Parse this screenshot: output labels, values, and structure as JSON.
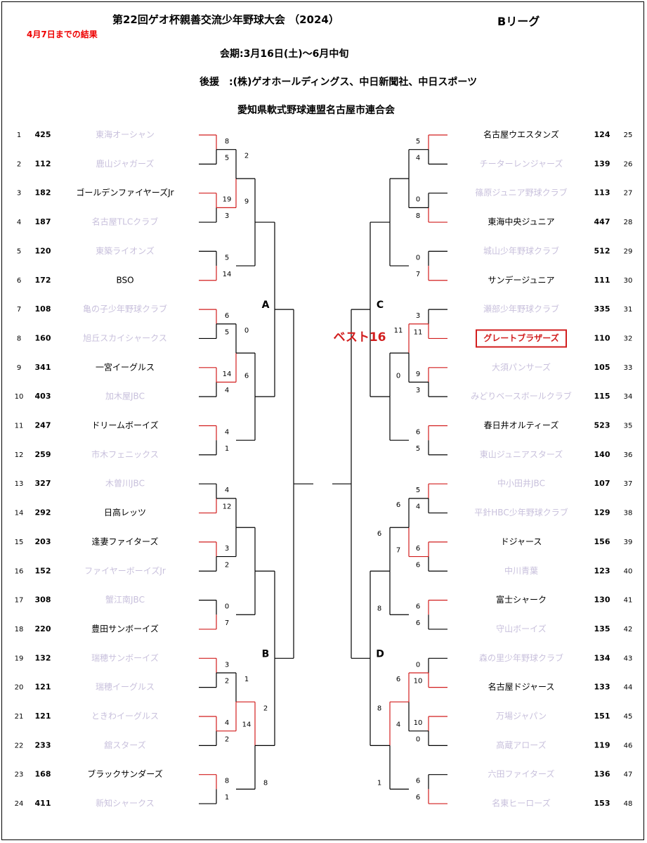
{
  "header": {
    "title": "第22回ゲオ杯親善交流少年野球大会 （2024）",
    "league": "Bリーグ",
    "as_of": "4月7日までの結果",
    "period": "会期:3月16日(土)～6月中旬",
    "support": "後援　:(株)ゲオホールディングス、中日新聞社、中日スポーツ",
    "organizer": "愛知県軟式野球連盟名古屋市連合会"
  },
  "colors": {
    "line_win": "#d21e1e",
    "line_normal": "#000000",
    "eliminated": "#c8c0dc",
    "highlight": "#d21e1e"
  },
  "blocks": [
    "A",
    "B",
    "C",
    "D"
  ],
  "best16_label": "ベスト16",
  "left_teams": [
    {
      "no": "1",
      "code": "425",
      "name": "東海オーシャン",
      "out": true
    },
    {
      "no": "2",
      "code": "112",
      "name": "鹿山ジャガーズ",
      "out": true
    },
    {
      "no": "3",
      "code": "182",
      "name": "ゴールデンファイヤーズJr",
      "out": false
    },
    {
      "no": "4",
      "code": "187",
      "name": "名古屋TLCクラブ",
      "out": true
    },
    {
      "no": "5",
      "code": "120",
      "name": "東築ライオンズ",
      "out": true
    },
    {
      "no": "6",
      "code": "172",
      "name": "BSO",
      "out": false
    },
    {
      "no": "7",
      "code": "108",
      "name": "亀の子少年野球クラブ",
      "out": true
    },
    {
      "no": "8",
      "code": "160",
      "name": "旭丘スカイシャークス",
      "out": true
    },
    {
      "no": "9",
      "code": "341",
      "name": "一宮イーグルス",
      "out": false
    },
    {
      "no": "10",
      "code": "403",
      "name": "加木屋JBC",
      "out": true
    },
    {
      "no": "11",
      "code": "247",
      "name": "ドリームボーイズ",
      "out": false
    },
    {
      "no": "12",
      "code": "259",
      "name": "市木フェニックス",
      "out": true
    },
    {
      "no": "13",
      "code": "327",
      "name": "木曽川JBC",
      "out": true
    },
    {
      "no": "14",
      "code": "292",
      "name": "日高レッツ",
      "out": false
    },
    {
      "no": "15",
      "code": "203",
      "name": "逢妻ファイターズ",
      "out": false
    },
    {
      "no": "16",
      "code": "152",
      "name": "ファイヤーボーイズJr",
      "out": true
    },
    {
      "no": "17",
      "code": "308",
      "name": "蟹江南JBC",
      "out": true
    },
    {
      "no": "18",
      "code": "220",
      "name": "豊田サンボーイズ",
      "out": false
    },
    {
      "no": "19",
      "code": "132",
      "name": "瑞穂サンボーイズ",
      "out": true
    },
    {
      "no": "20",
      "code": "121",
      "name": "瑞穂イーグルス",
      "out": true
    },
    {
      "no": "21",
      "code": "121",
      "name": "ときわイーグルス",
      "out": true
    },
    {
      "no": "22",
      "code": "233",
      "name": "舘スターズ",
      "out": true
    },
    {
      "no": "23",
      "code": "168",
      "name": "ブラックサンダーズ",
      "out": false
    },
    {
      "no": "24",
      "code": "411",
      "name": "新知シャークス",
      "out": true
    }
  ],
  "right_teams": [
    {
      "no": "25",
      "code": "124",
      "name": "名古屋ウエスタンズ",
      "out": false
    },
    {
      "no": "26",
      "code": "139",
      "name": "チーターレンジャーズ",
      "out": true
    },
    {
      "no": "27",
      "code": "113",
      "name": "篠原ジュニア野球クラブ",
      "out": true
    },
    {
      "no": "28",
      "code": "447",
      "name": "東海中央ジュニア",
      "out": false
    },
    {
      "no": "29",
      "code": "512",
      "name": "城山少年野球クラブ",
      "out": true
    },
    {
      "no": "30",
      "code": "111",
      "name": "サンデージュニア",
      "out": false
    },
    {
      "no": "31",
      "code": "335",
      "name": "瀬部少年野球クラブ",
      "out": true
    },
    {
      "no": "32",
      "code": "110",
      "name": "グレートブラザーズ",
      "out": false,
      "highlight": true
    },
    {
      "no": "33",
      "code": "105",
      "name": "大須パンサーズ",
      "out": true
    },
    {
      "no": "34",
      "code": "115",
      "name": "みどりベースボールクラブ",
      "out": true
    },
    {
      "no": "35",
      "code": "523",
      "name": "春日井オルティーズ",
      "out": false
    },
    {
      "no": "36",
      "code": "140",
      "name": "東山ジュニアスターズ",
      "out": true
    },
    {
      "no": "37",
      "code": "107",
      "name": "中小田井JBC",
      "out": true
    },
    {
      "no": "38",
      "code": "129",
      "name": "平針HBC少年野球クラブ",
      "out": true
    },
    {
      "no": "39",
      "code": "156",
      "name": "ドジャース",
      "out": false
    },
    {
      "no": "40",
      "code": "123",
      "name": "中川青葉",
      "out": true
    },
    {
      "no": "41",
      "code": "130",
      "name": "富士シャーク",
      "out": false
    },
    {
      "no": "42",
      "code": "135",
      "name": "守山ボーイズ",
      "out": true
    },
    {
      "no": "43",
      "code": "134",
      "name": "森の里少年野球クラブ",
      "out": true
    },
    {
      "no": "44",
      "code": "133",
      "name": "名古屋ドジャース",
      "out": false
    },
    {
      "no": "45",
      "code": "151",
      "name": "万場ジャパン",
      "out": true
    },
    {
      "no": "46",
      "code": "119",
      "name": "高蔵アローズ",
      "out": true
    },
    {
      "no": "47",
      "code": "136",
      "name": "六田ファイターズ",
      "out": true
    },
    {
      "no": "48",
      "code": "153",
      "name": "名東ヒーローズ",
      "out": true
    }
  ],
  "left_r1": [
    {
      "a": 0,
      "b": 1,
      "sa": "8",
      "sb": "5",
      "w": 0
    },
    {
      "a": 2,
      "b": 3,
      "sa": "19",
      "sb": "3",
      "w": 0
    },
    {
      "a": 4,
      "b": 5,
      "sa": "5",
      "sb": "14",
      "w": 1
    },
    {
      "a": 6,
      "b": 7,
      "sa": "6",
      "sb": "5",
      "w": 0
    },
    {
      "a": 8,
      "b": 9,
      "sa": "14",
      "sb": "4",
      "w": 0
    },
    {
      "a": 10,
      "b": 11,
      "sa": "4",
      "sb": "1",
      "w": 0
    },
    {
      "a": 12,
      "b": 13,
      "sa": "4",
      "sb": "12",
      "w": 1
    },
    {
      "a": 14,
      "b": 15,
      "sa": "3",
      "sb": "2",
      "w": 0
    },
    {
      "a": 16,
      "b": 17,
      "sa": "0",
      "sb": "7",
      "w": 1
    },
    {
      "a": 18,
      "b": 19,
      "sa": "3",
      "sb": "2",
      "w": 0
    },
    {
      "a": 20,
      "b": 21,
      "sa": "4",
      "sb": "2",
      "w": 0
    },
    {
      "a": 22,
      "b": 23,
      "sa": "8",
      "sb": "1",
      "w": 0
    }
  ],
  "left_r2": [
    {
      "sa": "2",
      "sb": "9",
      "w": 1
    },
    {
      "sa": "0",
      "sb": "6",
      "w": 1
    },
    {
      "sa": "",
      "sb": "",
      "w": -1
    },
    {
      "sa": "1",
      "sb": "14",
      "w": 1
    }
  ],
  "left_r3": [
    {
      "sa": "",
      "sb": "",
      "w": -1
    },
    {
      "sa": "",
      "sb": "",
      "w": -1
    },
    {
      "sa": "2",
      "sb": "8",
      "w": 0
    }
  ],
  "right_r1": [
    {
      "sa": "5",
      "sb": "4",
      "w": 0
    },
    {
      "sa": "0",
      "sb": "8",
      "w": 1
    },
    {
      "sa": "0",
      "sb": "7",
      "w": 1
    },
    {
      "sa": "3",
      "sb": "11",
      "w": 1
    },
    {
      "sa": "9",
      "sb": "3",
      "w": 0
    },
    {
      "sa": "6",
      "sb": "5",
      "w": 0
    },
    {
      "sa": "5",
      "sb": "4",
      "w": 0
    },
    {
      "sa": "6",
      "sb": "6",
      "w": 0
    },
    {
      "sa": "6",
      "sb": "6",
      "w": 0
    },
    {
      "sa": "0",
      "sb": "10",
      "w": 1
    },
    {
      "sa": "10",
      "sb": "0",
      "w": 0
    },
    {
      "sa": "6",
      "sb": "6",
      "w": 1
    }
  ],
  "right_r2": [
    {
      "sa": "",
      "sb": "",
      "w": -1
    },
    {
      "sa": "11",
      "sb": "0",
      "w": 0
    },
    {
      "sa": "6",
      "sb": "7",
      "w": 1
    },
    {
      "sa": "6",
      "sb": "4",
      "w": 0
    }
  ],
  "right_r3": [
    {
      "sa": "",
      "sb": "",
      "w": -1
    },
    {
      "sa": "6",
      "sb": "8",
      "w": -1
    },
    {
      "sa": "8",
      "sb": "1",
      "w": 0
    }
  ]
}
